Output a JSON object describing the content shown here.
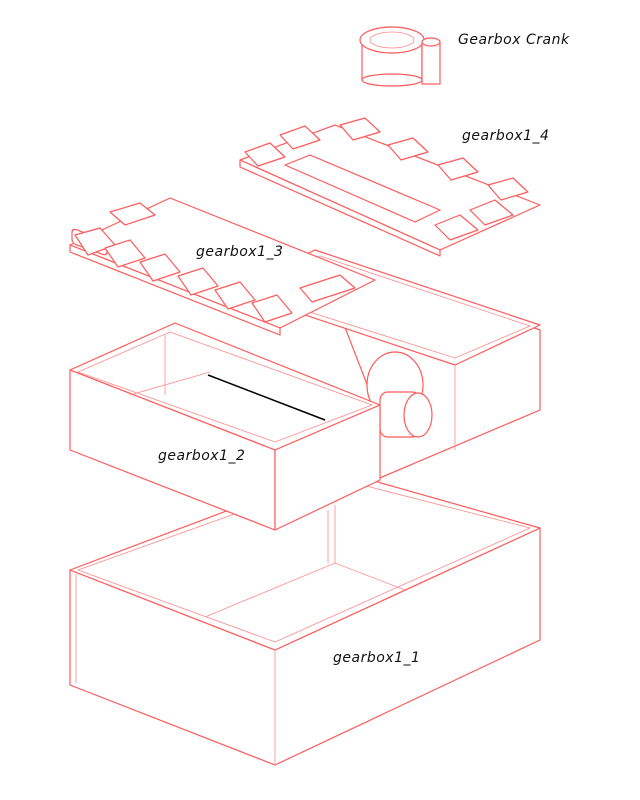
{
  "diagram": {
    "title": "Exploded gearbox assembly",
    "line_color": "#ff5a5a",
    "parts": [
      {
        "id": "crank",
        "label": "Gearbox Crank"
      },
      {
        "id": "lid_top",
        "label": "gearbox1_4"
      },
      {
        "id": "lid_inner",
        "label": "gearbox1_3"
      },
      {
        "id": "upper_box",
        "label": "gearbox1_2"
      },
      {
        "id": "lower_box",
        "label": "gearbox1_1"
      }
    ]
  }
}
